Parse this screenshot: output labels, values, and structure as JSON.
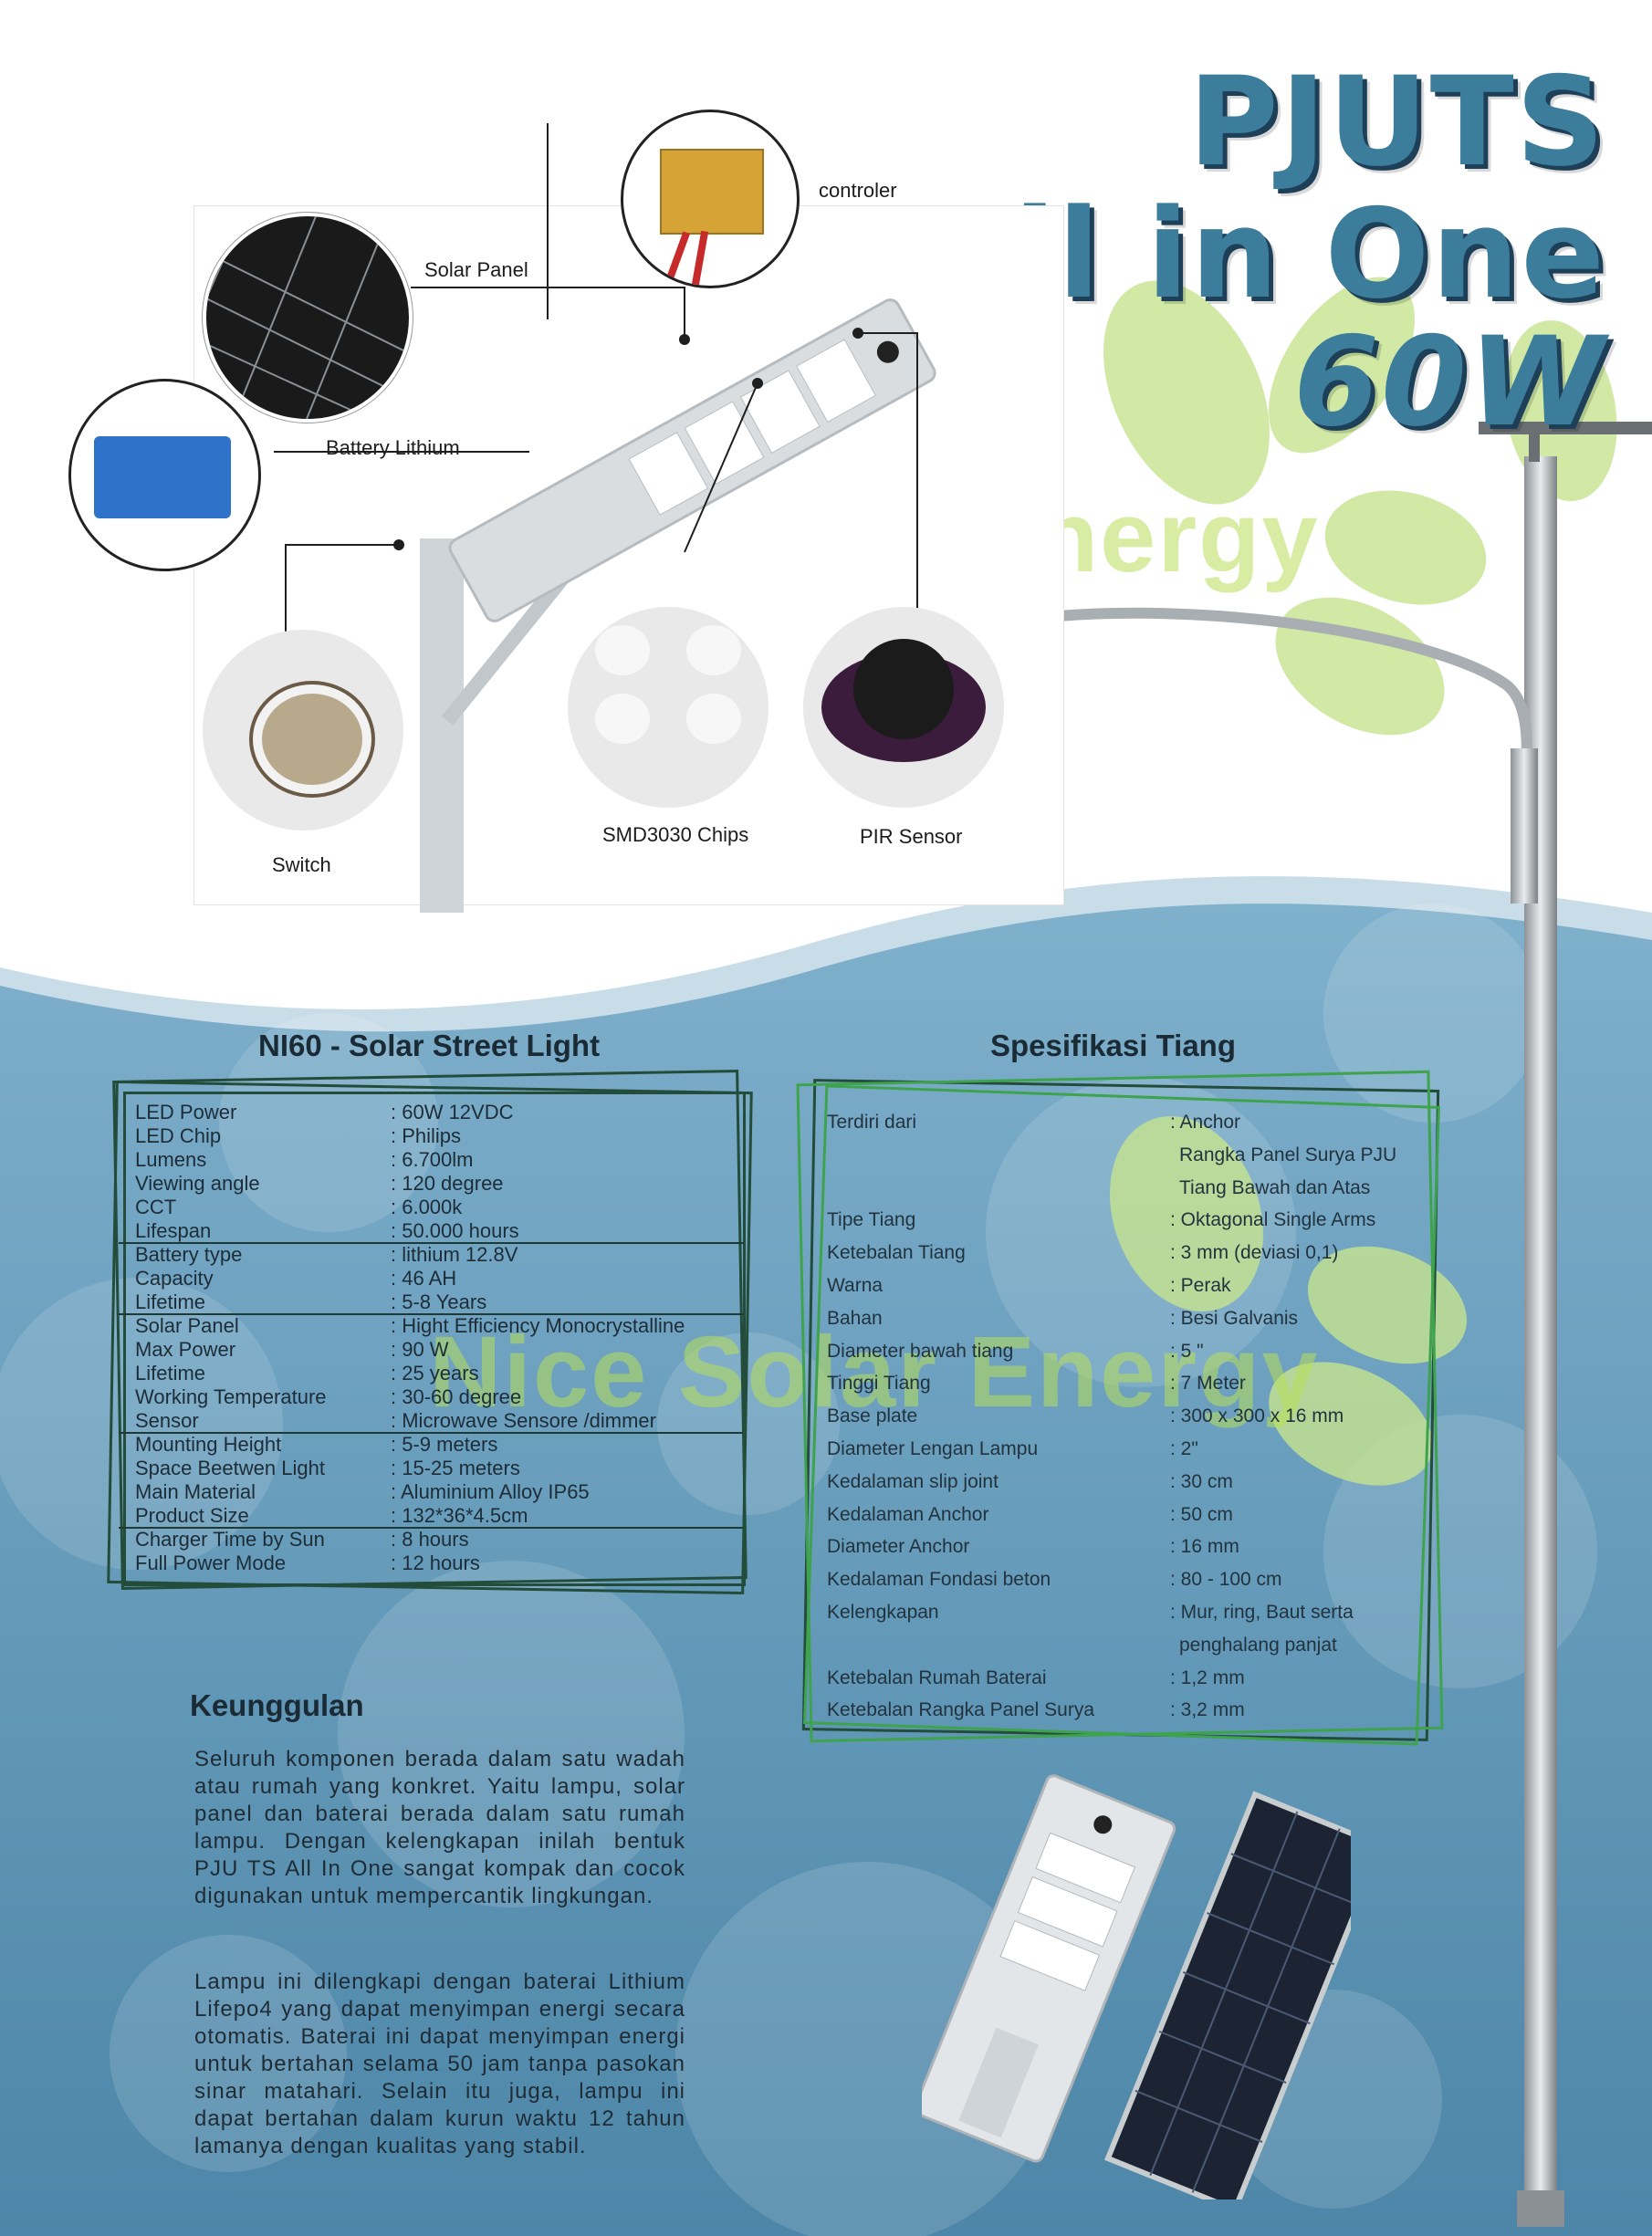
{
  "title": {
    "line1": "PJUTS",
    "line2": "All in One",
    "line3": "60W"
  },
  "watermark": "Nice Solar Energy",
  "diagram": {
    "labels": {
      "controller": "controler",
      "solar_panel": "Solar Panel",
      "battery": "Battery Lithium",
      "switch": "Switch",
      "chips": "SMD3030 Chips",
      "sensor": "PIR Sensor"
    }
  },
  "product_spec": {
    "heading": "NI60 - Solar Street Light",
    "rows": [
      {
        "label": "LED Power",
        "value": ": 60W 12VDC"
      },
      {
        "label": "LED Chip",
        "value": ": Philips"
      },
      {
        "label": "Lumens",
        "value": ": 6.700lm"
      },
      {
        "label": "Viewing angle",
        "value": ": 120 degree"
      },
      {
        "label": "CCT",
        "value": ": 6.000k"
      },
      {
        "label": "Lifespan",
        "value": ": 50.000 hours"
      },
      {
        "label": "Battery type",
        "value": ": lithium 12.8V"
      },
      {
        "label": "Capacity",
        "value": ": 46 AH"
      },
      {
        "label": "Lifetime",
        "value": ": 5-8 Years"
      },
      {
        "label": "Solar Panel",
        "value": ": Hight Efficiency Monocrystalline"
      },
      {
        "label": "Max Power",
        "value": ": 90 W"
      },
      {
        "label": "Lifetime",
        "value": ": 25 years"
      },
      {
        "label": "Working Temperature",
        "value": ": 30-60 degree"
      },
      {
        "label": "Sensor",
        "value": ": Microwave Sensore /dimmer"
      },
      {
        "label": "Mounting Height",
        "value": ": 5-9 meters"
      },
      {
        "label": "Space Beetwen Light",
        "value": ": 15-25 meters"
      },
      {
        "label": "Main Material",
        "value": ": Aluminium Alloy IP65"
      },
      {
        "label": "Product Size",
        "value": ": 132*36*4.5cm"
      },
      {
        "label": "Charger Time by Sun",
        "value": ": 8 hours"
      },
      {
        "label": "Full Power Mode",
        "value": ": 12 hours"
      }
    ]
  },
  "pole_spec": {
    "heading": "Spesifikasi Tiang",
    "rows": [
      {
        "label": "Terdiri dari",
        "value": ": Anchor"
      },
      {
        "label": "",
        "value": "Rangka Panel Surya PJU"
      },
      {
        "label": "",
        "value": "Tiang Bawah dan Atas"
      },
      {
        "label": "Tipe Tiang",
        "value": ": Oktagonal Single Arms"
      },
      {
        "label": "Ketebalan Tiang",
        "value": ": 3 mm (deviasi 0,1)"
      },
      {
        "label": "Warna",
        "value": ": Perak"
      },
      {
        "label": "Bahan",
        "value": ": Besi Galvanis"
      },
      {
        "label": "Diameter bawah tiang",
        "value": ": 5 \""
      },
      {
        "label": "Tinggi Tiang",
        "value": ": 7 Meter"
      },
      {
        "label": "Base plate",
        "value": ": 300 x 300 x 16 mm"
      },
      {
        "label": "Diameter Lengan Lampu",
        "value": ": 2\""
      },
      {
        "label": "Kedalaman slip joint",
        "value": ": 30 cm"
      },
      {
        "label": "Kedalaman Anchor",
        "value": ": 50 cm"
      },
      {
        "label": "Diameter Anchor",
        "value": ": 16 mm"
      },
      {
        "label": "Kedalaman Fondasi beton",
        "value": ": 80 - 100 cm"
      },
      {
        "label": "Kelengkapan",
        "value": ": Mur, ring, Baut serta"
      },
      {
        "label": "",
        "value": "penghalang panjat"
      },
      {
        "label": "Ketebalan Rumah Baterai",
        "value": ": 1,2 mm"
      },
      {
        "label": "Ketebalan Rangka Panel Surya",
        "value": ": 3,2 mm"
      }
    ]
  },
  "advantages": {
    "heading": "Keunggulan",
    "paragraph1": "Seluruh komponen berada dalam satu wadah atau rumah yang konkret. Yaitu lampu, solar panel dan baterai berada dalam satu rumah lampu. Dengan kelengkapan inilah bentuk PJU TS  All In One sangat kompak dan cocok digunakan untuk mempercantik lingkungan.",
    "paragraph2": "Lampu ini dilengkapi dengan baterai Lithium Lifepo4 yang dapat menyimpan energi secara  otomatis. Baterai ini dapat menyimpan energi untuk bertahan selama 50 jam tanpa pasokan  sinar matahari. Selain itu juga, lampu ini dapat bertahan dalam kurun waktu 12 tahun lamanya dengan kualitas yang stabil."
  },
  "colors": {
    "title": "#3d7d9c",
    "title_shadow": "#1d3f57",
    "wave_blue": "#5c93b4",
    "leaf_green": "#c6e48f",
    "frame_dark": "#234d3a",
    "frame_green": "#3fa34d"
  }
}
